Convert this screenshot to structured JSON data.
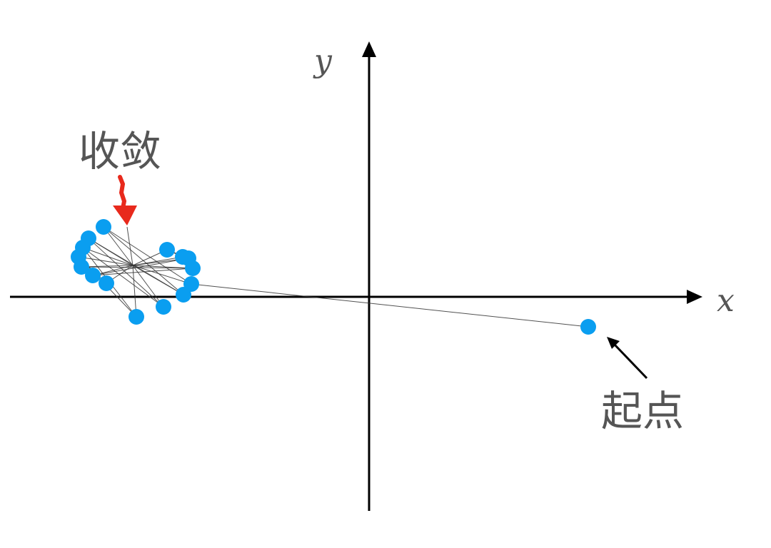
{
  "axes": {
    "x_label": "x",
    "y_label": "y"
  },
  "annotations": {
    "converge_label": "收敛",
    "start_label": "起点"
  },
  "colors": {
    "point": "#0a9ef0",
    "converge_arrow": "#e8291c",
    "start_arrow": "#000000",
    "label_text": "#555555"
  },
  "icons": {
    "converge_arrow": "red-down-arrow-icon",
    "start_arrow": "black-arrow-icon"
  }
}
